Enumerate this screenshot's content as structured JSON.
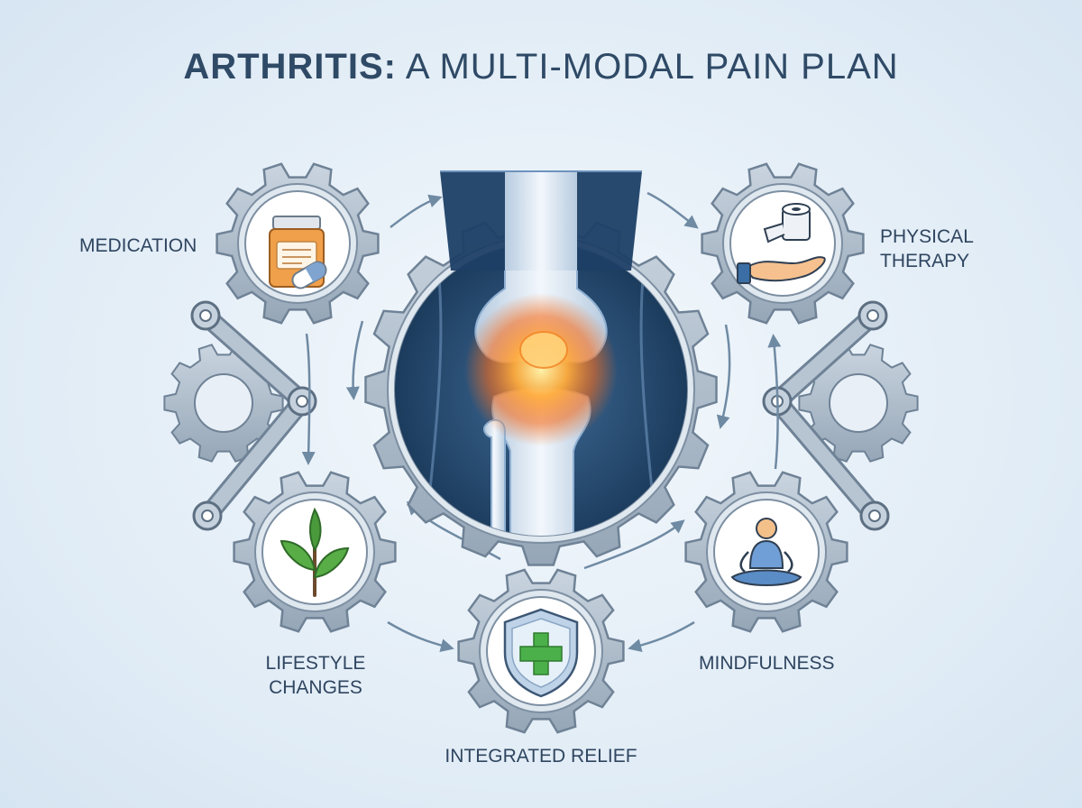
{
  "title": {
    "strong": "ARTHRITIS:",
    "light": "A MULTI-MODAL PAIN PLAN"
  },
  "labels": {
    "medication": "MEDICATION",
    "physical_therapy_1": "PHYSICAL",
    "physical_therapy_2": "THERAPY",
    "lifestyle_1": "LIFESTYLE",
    "lifestyle_2": "CHANGES",
    "mindfulness": "MINDFULNESS",
    "integrated_relief": "INTEGRATED RELIEF"
  },
  "icons": {
    "center": "knee-joint-icon",
    "medication": "pill-bottle-icon",
    "physical_therapy": "bandage-hand-icon",
    "lifestyle": "leaf-sprout-icon",
    "mindfulness": "meditation-icon",
    "integrated": "shield-cross-icon"
  },
  "colors": {
    "gear": "#a9b8c7",
    "gear_stroke": "#6f8296",
    "inflammation": "#f26a1b",
    "leaf": "#4a9a3c",
    "shield_cross": "#4bb04a",
    "title": "#2f4a66"
  }
}
